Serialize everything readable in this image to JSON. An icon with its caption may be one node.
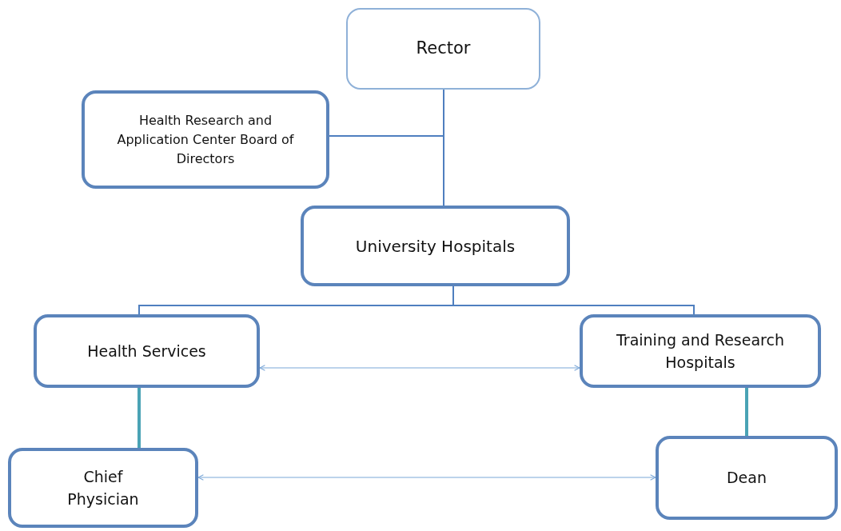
{
  "diagram": {
    "nodes": [
      {
        "text": [
          "Rector"
        ]
      },
      {
        "text": [
          "Health Research and Application Center Board of Directors"
        ]
      },
      {
        "text": [
          "University Hospitals"
        ]
      },
      {
        "text": [
          "Health Services"
        ]
      },
      {
        "text": [
          "Training and Research Hospitals"
        ]
      },
      {
        "text": [
          "Chief Physician"
        ]
      },
      {
        "text": [
          "Dean"
        ]
      }
    ],
    "edges": [
      {
        "from": 0,
        "to": 2,
        "arrow": "none"
      },
      {
        "from": 1,
        "to": 2,
        "arrow": "none"
      },
      {
        "from": 2,
        "to": 3,
        "arrow": "none"
      },
      {
        "from": 2,
        "to": 4,
        "arrow": "none"
      },
      {
        "from": 3,
        "to": 4,
        "arrow": "both",
        "color": "#7ba7d8"
      },
      {
        "from": 3,
        "to": 5,
        "arrow": "none",
        "style": "thick",
        "color": "#4aa3b5"
      },
      {
        "from": 4,
        "to": 6,
        "arrow": "none",
        "style": "thick",
        "color": "#4aa3b5"
      },
      {
        "from": 5,
        "to": 6,
        "arrow": "both",
        "color": "#7ba7d8"
      }
    ]
  }
}
